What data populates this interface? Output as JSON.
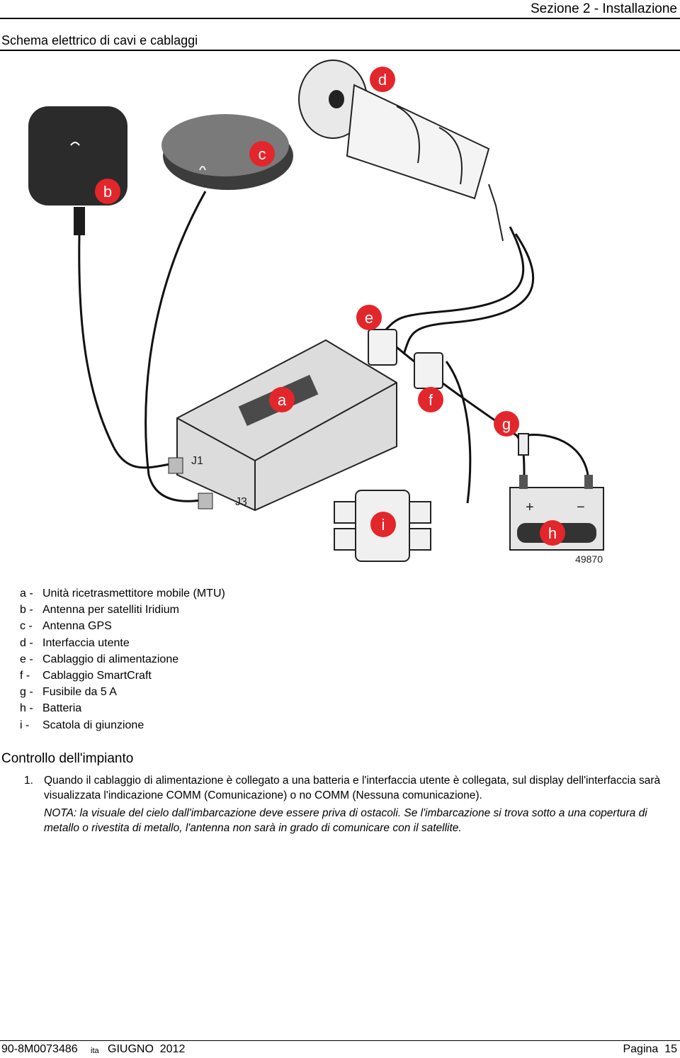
{
  "header": {
    "section": "Sezione 2 - Installazione",
    "title": "Schema elettrico di cavi e cablaggi"
  },
  "diagram": {
    "callouts": [
      "a",
      "b",
      "c",
      "d",
      "e",
      "f",
      "g",
      "h",
      "i"
    ],
    "connector_labels": [
      "J1",
      "J3"
    ],
    "figure_number": "49870",
    "accent_color": "#e3262b"
  },
  "legend": [
    {
      "key": "a -",
      "text": "Unità ricetrasmettitore mobile (MTU)"
    },
    {
      "key": "b -",
      "text": "Antenna per satelliti Iridium"
    },
    {
      "key": "c -",
      "text": "Antenna GPS"
    },
    {
      "key": "d -",
      "text": "Interfaccia utente"
    },
    {
      "key": "e -",
      "text": "Cablaggio di alimentazione"
    },
    {
      "key": "f -",
      "text": "Cablaggio SmartCraft"
    },
    {
      "key": "g -",
      "text": "Fusibile da 5 A"
    },
    {
      "key": "h -",
      "text": "Batteria"
    },
    {
      "key": "i -",
      "text": "Scatola di giunzione"
    }
  ],
  "section": {
    "heading": "Controllo dell'impianto",
    "step_number": "1.",
    "step_text": "Quando il cablaggio di alimentazione è collegato a una batteria e l'interfaccia utente è collegata, sul display dell'interfaccia sarà visualizzata l'indicazione COMM (Comunicazione) o no COMM (Nessuna comunicazione).",
    "note_label": "NOTA:",
    "note_text": " la visuale del cielo dall'imbarcazione deve essere priva di ostacoli. Se l'imbarcazione si trova sotto a una copertura di metallo o rivestita di metallo, l'antenna non sarà in grado di comunicare con il satellite."
  },
  "footer": {
    "doc_number": "90-8M0073486",
    "language": "ita",
    "date": "GIUGNO  2012",
    "page": "Pagina  15"
  }
}
